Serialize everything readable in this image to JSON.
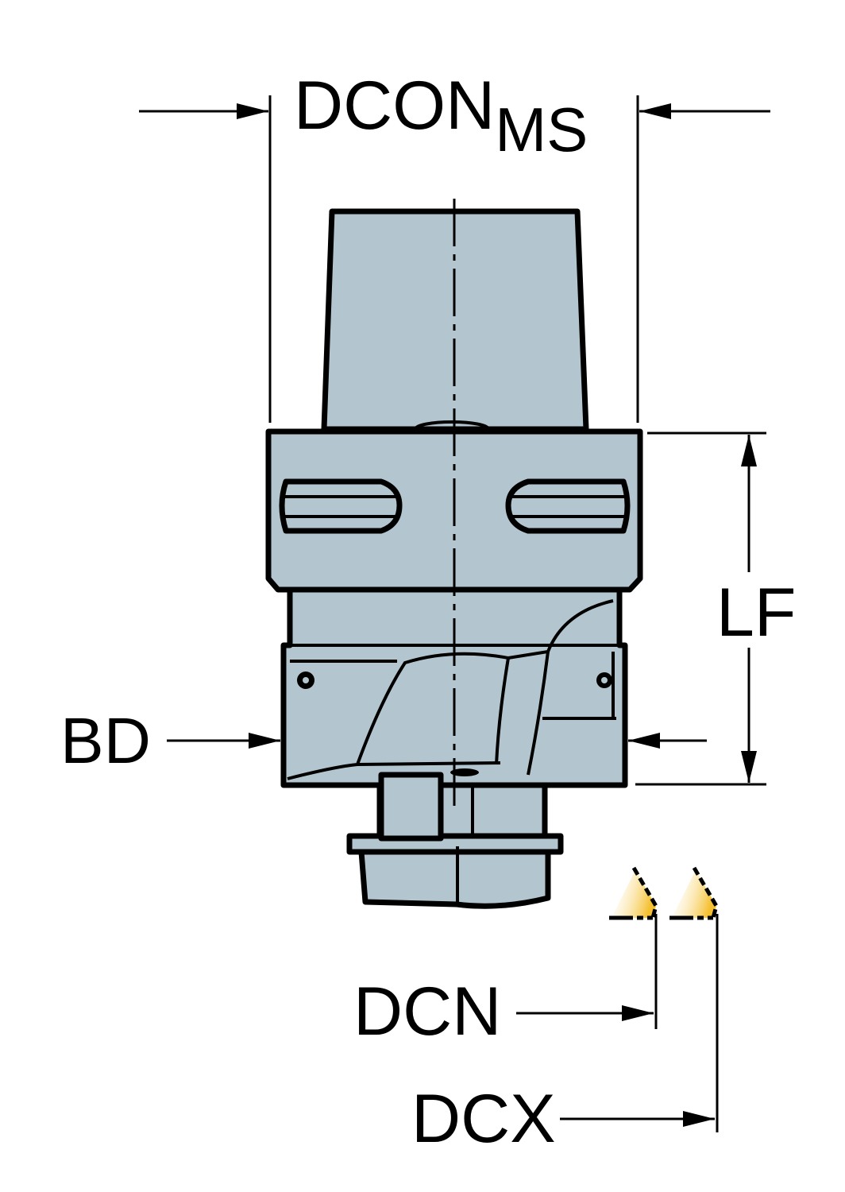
{
  "labels": {
    "dcon": "DCON",
    "dcon_sub": "MS",
    "lf": "LF",
    "bd": "BD",
    "dcn": "DCN",
    "dcx": "DCX"
  },
  "colors": {
    "body": "#b3c6cf",
    "insert": "#f5c030"
  }
}
